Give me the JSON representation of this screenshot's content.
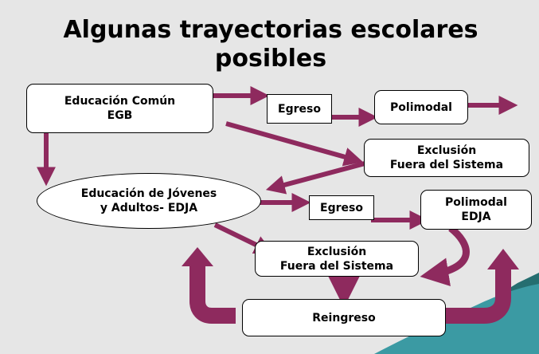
{
  "title": {
    "line1": "Algunas trayectorias escolares",
    "line2": "posibles"
  },
  "nodes": {
    "educacion_comun": "Educación Común\nEGB",
    "egreso_1": "Egreso",
    "polimodal_1": "Polimodal",
    "exclusion_1": "Exclusión\nFuera del Sistema",
    "edja": "Educación de Jóvenes\ny Adultos- EDJA",
    "egreso_2": "Egreso",
    "polimodal_edja": "Polimodal\nEDJA",
    "exclusion_2": "Exclusión\nFuera del Sistema",
    "reingreso": "Reingreso"
  },
  "colors": {
    "background": "#e6e6e6",
    "arrow": "#8e2a5e",
    "wave_teal": "#3b9aa3",
    "wave_dark": "#256e70"
  }
}
